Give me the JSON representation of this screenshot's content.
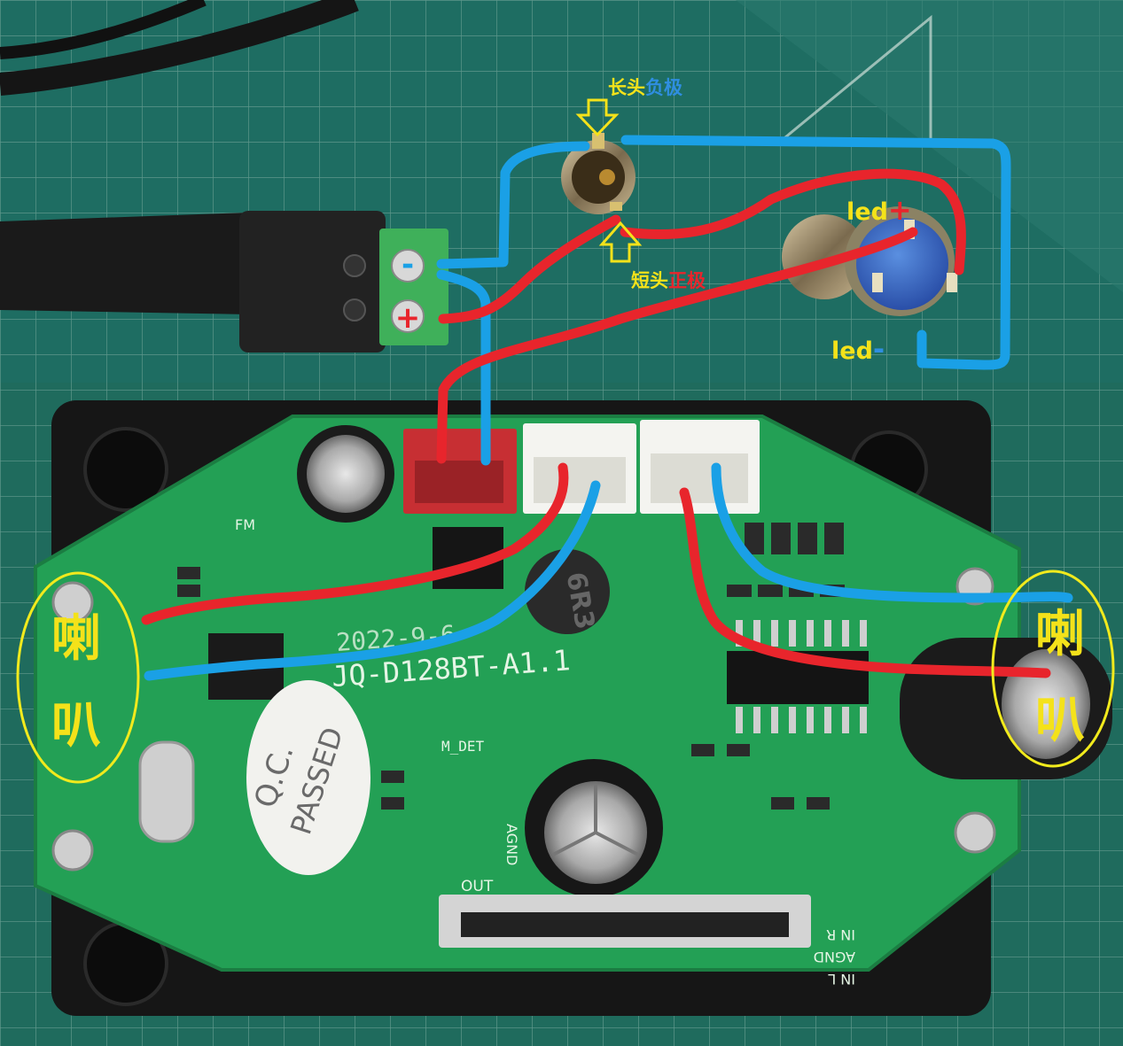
{
  "annotations": {
    "long_pin": "长头",
    "long_pin_polarity": "负极",
    "short_pin": "短头",
    "short_pin_polarity": "正极",
    "led_plus_text": "led",
    "led_plus_sign": "+",
    "led_minus_text": "led",
    "led_minus_sign": "-",
    "speaker_left_1": "喇",
    "speaker_left_2": "叭",
    "speaker_right_1": "喇",
    "speaker_right_2": "叭",
    "dc_minus": "-",
    "dc_plus": "+"
  },
  "board": {
    "model": "JQ-D128BT-A1.1",
    "date": "2022-9-6",
    "qc_line1": "Q.C.",
    "qc_line2": "PASSED",
    "mdet": "M_DET",
    "agnd": "AGND",
    "out": "OUT",
    "fm": "FM",
    "in_r": "IN R",
    "agnd2": "AGND",
    "in_l": "IN L",
    "inductor": "6R3"
  },
  "colors": {
    "wire_red": "#e8252c",
    "wire_blue": "#1aa0e6",
    "label_yellow": "#f4e21a",
    "label_blue": "#2f8ee0",
    "label_red": "#e8252c",
    "ring_yellow": "#f1ea1d",
    "pcb_green": "#1f9a52",
    "mat_green": "#1f6e63"
  }
}
